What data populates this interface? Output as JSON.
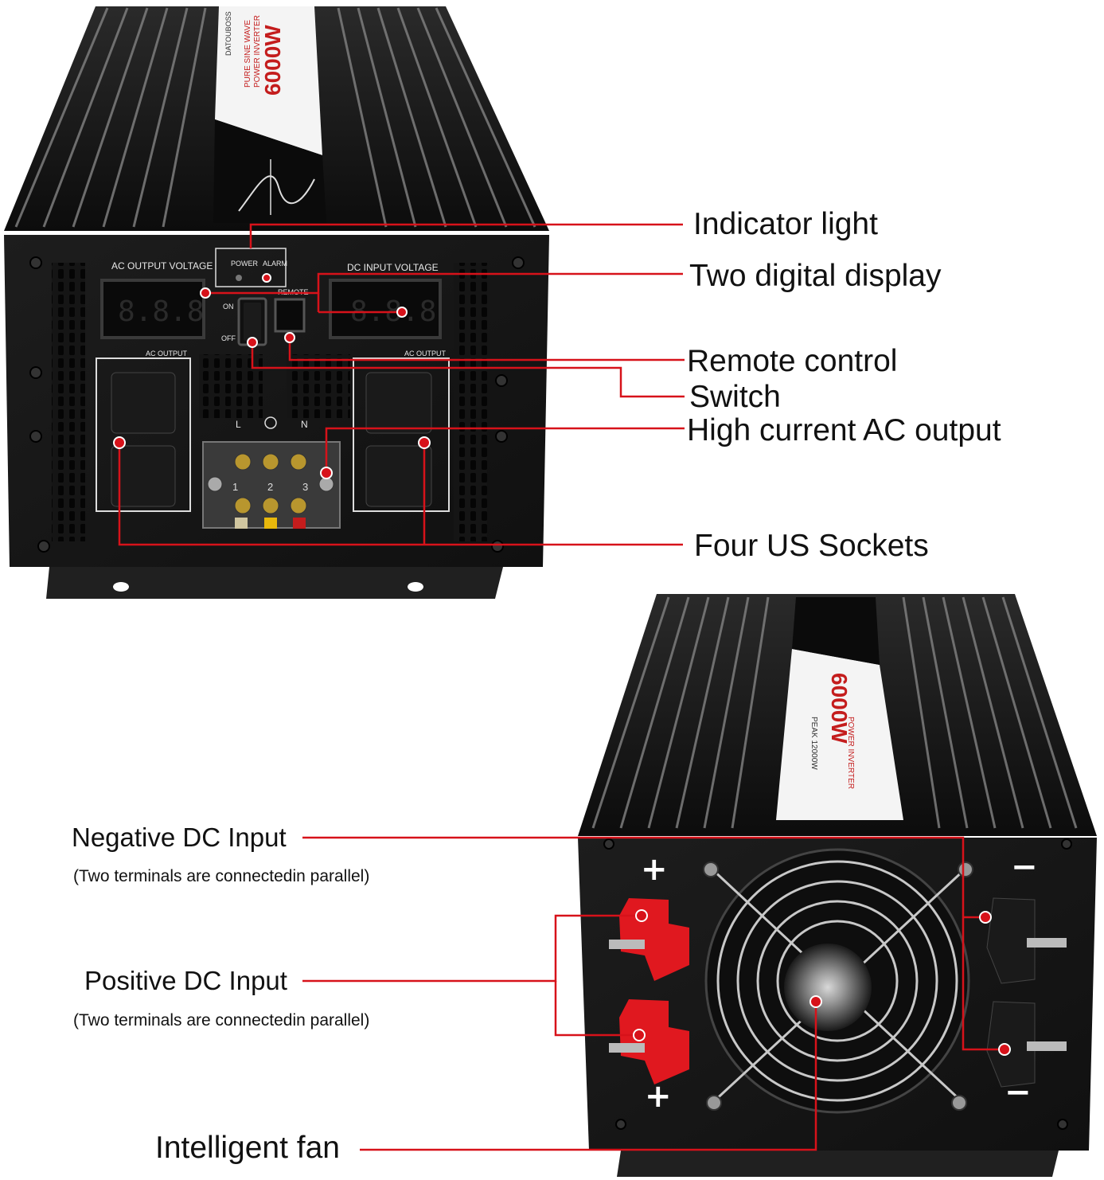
{
  "colors": {
    "leader_line": "#d7121a",
    "casing": "#141414",
    "fin_highlight": "#8a8a8a",
    "terminal_red": "#e0181f",
    "terminal_black": "#1a1a1a",
    "label_plate": "#f4f4f4",
    "label_red": "#c41d1d"
  },
  "callouts": {
    "indicator_light": "Indicator light",
    "digital_display": "Two digital display",
    "remote_control": "Remote control",
    "switch": "Switch",
    "high_current_ac": "High current AC output",
    "us_sockets": "Four US Sockets",
    "negative_dc": "Negative DC Input",
    "negative_dc_note": "(Two terminals are connectedin parallel)",
    "positive_dc": "Positive DC Input",
    "positive_dc_note": "(Two terminals are connectedin parallel)",
    "fan": "Intelligent fan"
  },
  "front_panel": {
    "ac_voltage_label": "AC OUTPUT VOLTAGE",
    "dc_voltage_label": "DC  INPUT   VOLTAGE",
    "power_label": "POWER",
    "alarm_label": "ALARM",
    "remote_label": "REMOTE",
    "on_label": "ON",
    "off_label": "OFF",
    "ac_output_left": "AC OUTPUT",
    "ac_output_right": "AC OUTPUT",
    "terminal_l": "L",
    "terminal_n": "N",
    "display_digits": "8.8.8",
    "terminal_numbers": [
      "1",
      "2",
      "3"
    ]
  },
  "product_label": {
    "rating": "6000W",
    "type_line1": "POWER INVERTER",
    "type_line2": "PURE SINE WAVE",
    "peak": "PEAK 12000W",
    "brand": "DATOUBOSS"
  },
  "dc_panel": {
    "plus": "+",
    "minus": "−"
  }
}
